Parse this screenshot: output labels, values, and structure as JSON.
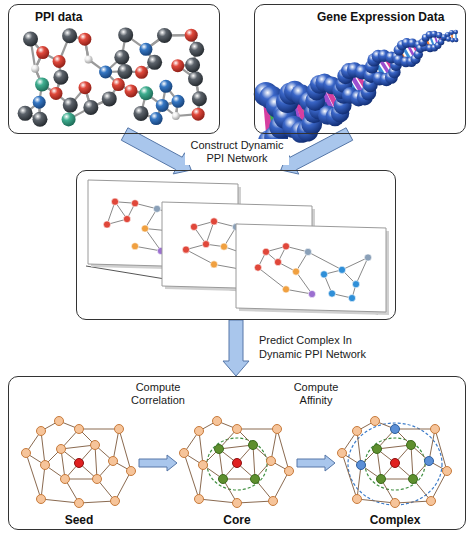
{
  "diagram": {
    "nodes": [
      {
        "text": [
          "PPI data"
        ]
      },
      {
        "text": [
          "Gene Expression Data"
        ]
      },
      {
        "text": []
      },
      {
        "text": []
      },
      {
        "text": [
          "Seed"
        ],
        "in": 3
      },
      {
        "text": [
          "Core"
        ],
        "in": 3
      },
      {
        "text": [
          "Complex"
        ],
        "in": 3
      }
    ],
    "edges": [
      {
        "from": 0,
        "to": 2,
        "arrow": "to"
      },
      {
        "from": 1,
        "to": 2,
        "arrow": "to"
      },
      {
        "from": 2,
        "to": 3,
        "arrow": "to",
        "label": "Predict Complex In Dynamic PPI Network"
      },
      {
        "from": 4,
        "to": 5,
        "arrow": "to",
        "label": "Compute Correlation"
      },
      {
        "from": 5,
        "to": 6,
        "arrow": "to",
        "label": "Compute Affinity"
      }
    ],
    "labels": [
      "Construct Dynamic PPI Network"
    ]
  }
}
